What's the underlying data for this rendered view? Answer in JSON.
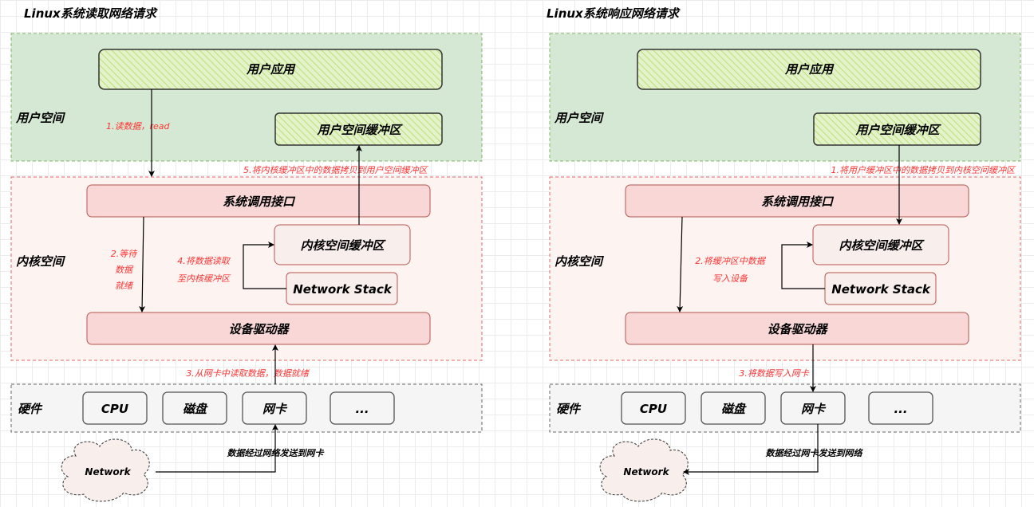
{
  "colors": {
    "user_space": "#d5e8d4",
    "kernel_space": "#fdf3f0",
    "kernel_box": "#f8d7d6",
    "hardware": "#f5f5f5",
    "annotation": "#ff3333"
  },
  "left": {
    "title": "Linux系统读取网络请求",
    "user_space_label": "用户空间",
    "user_app": "用户应用",
    "user_buffer": "用户空间缓冲区",
    "kernel_space_label": "内核空间",
    "syscall": "系统调用接口",
    "kernel_buffer": "内核空间缓冲区",
    "network_stack": "Network Stack",
    "driver": "设备驱动器",
    "hardware_label": "硬件",
    "hw": [
      "CPU",
      "磁盘",
      "网卡",
      "..."
    ],
    "network": "Network",
    "step1": "1.读数据，read",
    "step2": [
      "2.等待",
      "数据",
      "就绪"
    ],
    "step3": "3.从网卡中读取数据，数据就绪",
    "step4": [
      "4.将数据读取",
      "至内核缓冲区"
    ],
    "step5": "5.将内核缓冲区中的数据拷贝到用户空间缓冲区",
    "network_note": "数据经过网络发送到网卡"
  },
  "right": {
    "title": "Linux系统响应网络请求",
    "user_space_label": "用户空间",
    "user_app": "用户应用",
    "user_buffer": "用户空间缓冲区",
    "kernel_space_label": "内核空间",
    "syscall": "系统调用接口",
    "kernel_buffer": "内核空间缓冲区",
    "network_stack": "Network Stack",
    "driver": "设备驱动器",
    "hardware_label": "硬件",
    "hw": [
      "CPU",
      "磁盘",
      "网卡",
      "..."
    ],
    "network": "Network",
    "step1": "1.将用户缓冲区中的数据拷贝到内核空间缓冲区",
    "step2": [
      "2.将缓冲区中数据",
      "写入设备"
    ],
    "step3": "3.将数据写入网卡",
    "network_note": "数据经过网卡发送到网络"
  }
}
